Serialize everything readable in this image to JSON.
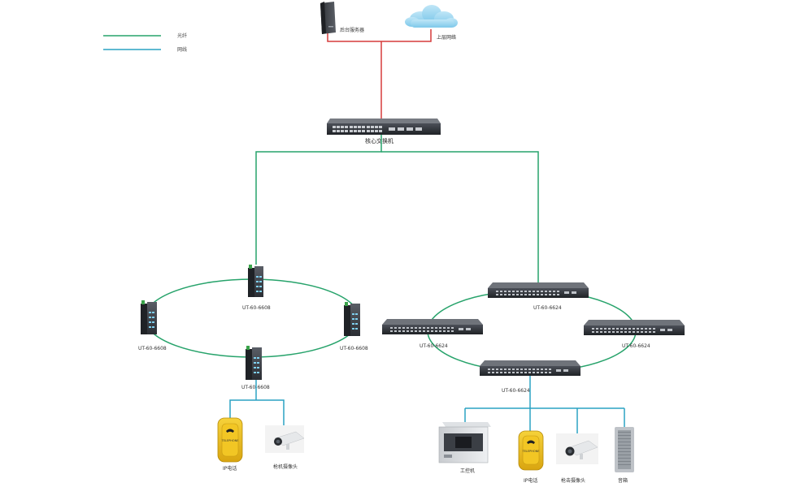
{
  "legend": {
    "fiber_label": "光纤",
    "fiber_color": "#27a36b",
    "network_label": "网线",
    "network_color": "#2aa2c3"
  },
  "top": {
    "server_label": "后台服务器",
    "cloud_label": "上层网络",
    "link_color": "#d63a3a"
  },
  "core": {
    "label": "核心交换机"
  },
  "left_ring": {
    "top_label": "UT-60-6608",
    "left_label": "UT-60-6608",
    "right_label": "UT-60-6608",
    "bottom_label": "UT-60-6608"
  },
  "right_ring": {
    "top_label": "UT-60-6624",
    "left_label": "UT-60-6624",
    "right_label": "UT-60-6624",
    "bottom_label": "UT-60-6624"
  },
  "left_devices": {
    "phone_label": "IP电话",
    "camera_label": "枪机摄像头"
  },
  "right_devices": {
    "ipc_label": "工控机",
    "phone_label": "IP电话",
    "camera_label": "枪击摄像头",
    "speaker_label": "音箱"
  },
  "phone_screen_text": "TELEPHONE"
}
